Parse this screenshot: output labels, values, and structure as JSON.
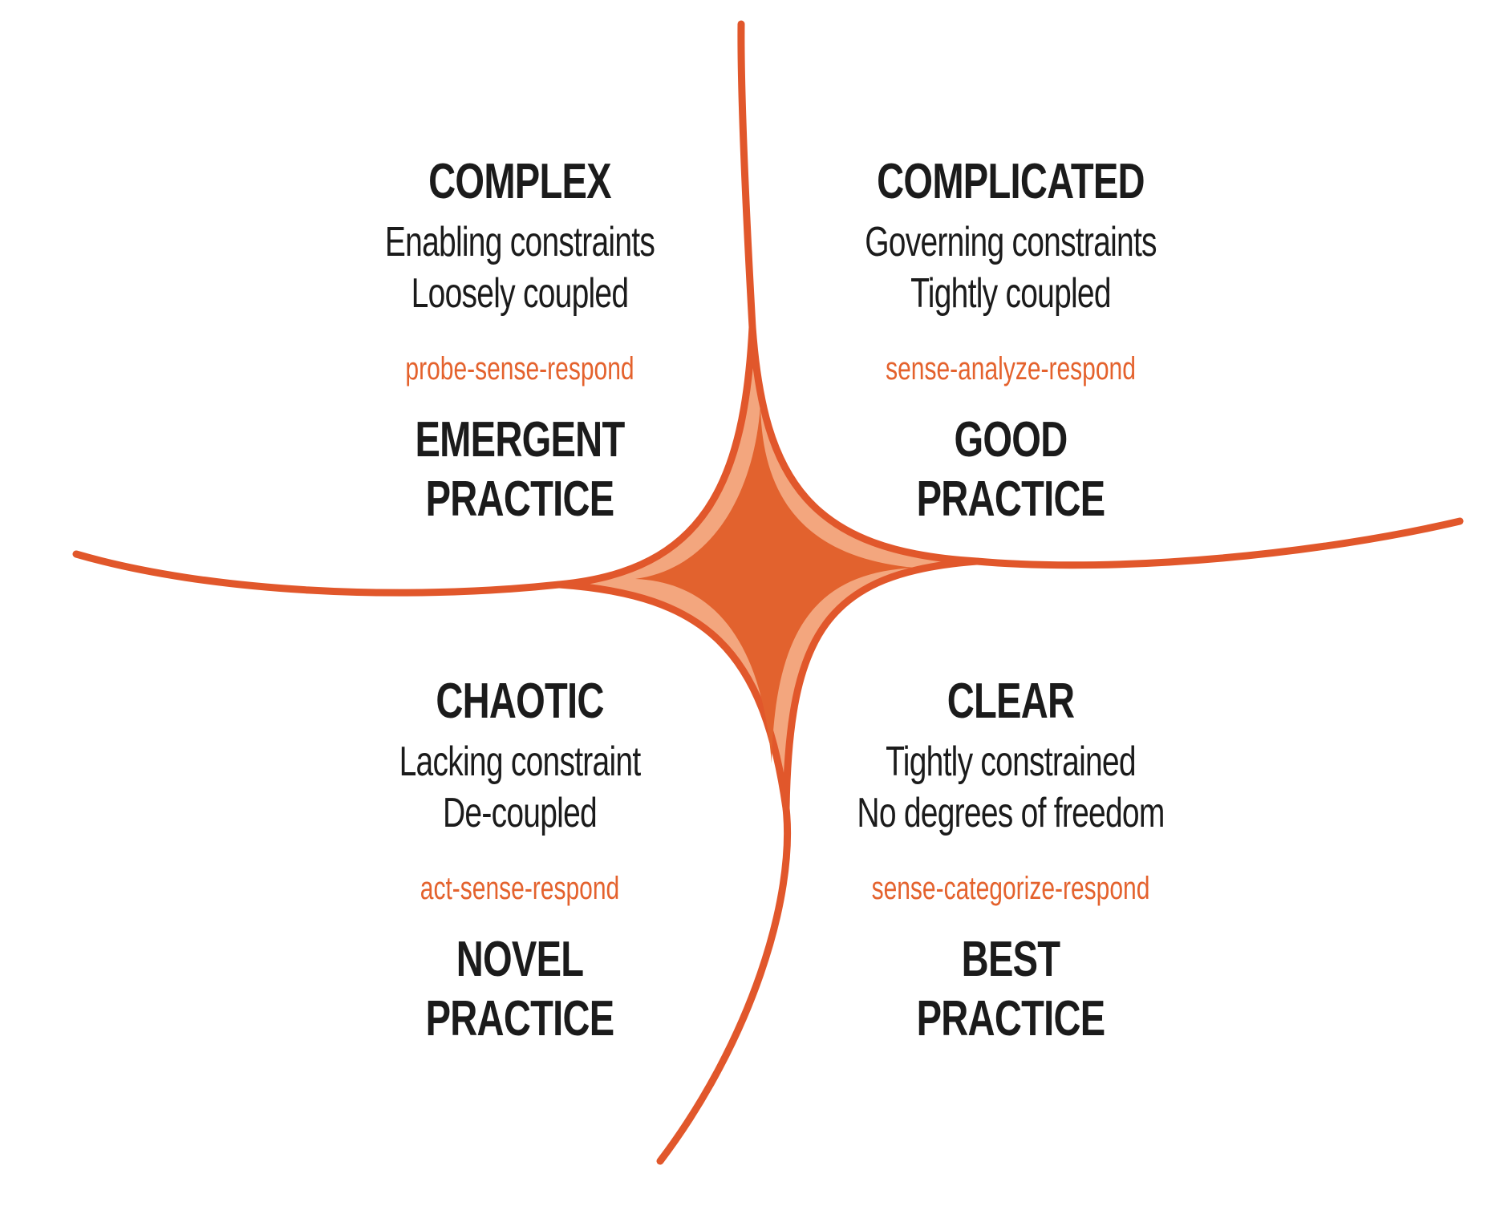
{
  "diagram": {
    "name": "Cynefin framework",
    "colors": {
      "line": "#E1572B",
      "star_light": "#F3A67E",
      "star_dark": "#E2622E",
      "approach_text": "#E4622D",
      "text": "#1B1B1B",
      "background": "#FFFFFF"
    },
    "quadrants": [
      {
        "id": "complex",
        "position": "top-left",
        "title": "COMPLEX",
        "constraints": [
          "Enabling constraints",
          "Loosely coupled"
        ],
        "approach": "probe-sense-respond",
        "practice": [
          "EMERGENT",
          "PRACTICE"
        ]
      },
      {
        "id": "complicated",
        "position": "top-right",
        "title": "COMPLICATED",
        "constraints": [
          "Governing constraints",
          "Tightly coupled"
        ],
        "approach": "sense-analyze-respond",
        "practice": [
          "GOOD",
          "PRACTICE"
        ]
      },
      {
        "id": "chaotic",
        "position": "bottom-left",
        "title": "CHAOTIC",
        "constraints": [
          "Lacking constraint",
          "De-coupled"
        ],
        "approach": "act-sense-respond",
        "practice": [
          "NOVEL",
          "PRACTICE"
        ]
      },
      {
        "id": "clear",
        "position": "bottom-right",
        "title": "CLEAR",
        "constraints": [
          "Tightly constrained",
          "No degrees of freedom"
        ],
        "approach": "sense-categorize-respond",
        "practice": [
          "BEST",
          "PRACTICE"
        ]
      }
    ]
  }
}
